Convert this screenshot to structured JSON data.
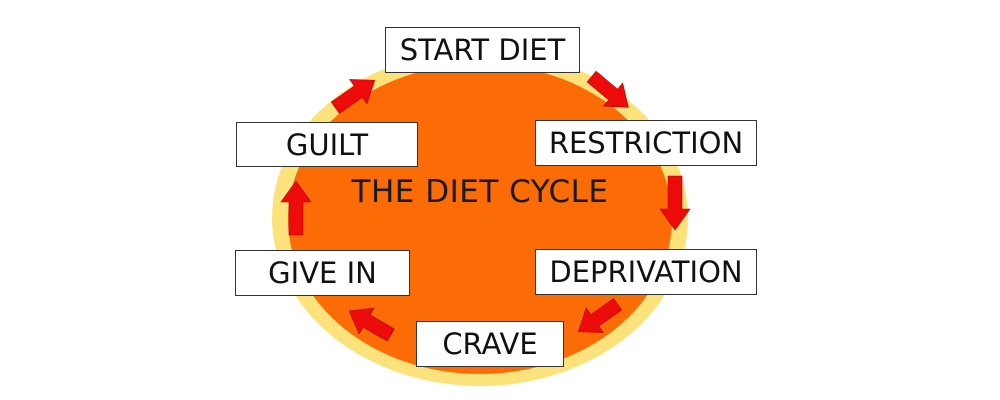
{
  "diagram": {
    "center_title": "THE DIET CYCLE",
    "steps": [
      {
        "id": "start-diet",
        "label": "START DIET"
      },
      {
        "id": "restriction",
        "label": "RESTRICTION"
      },
      {
        "id": "deprivation",
        "label": "DEPRIVATION"
      },
      {
        "id": "crave",
        "label": "CRAVE"
      },
      {
        "id": "give-in",
        "label": "GIVE IN"
      },
      {
        "id": "guilt",
        "label": "GUILT"
      }
    ],
    "flow": [
      [
        "start-diet",
        "restriction"
      ],
      [
        "restriction",
        "deprivation"
      ],
      [
        "deprivation",
        "crave"
      ],
      [
        "crave",
        "give-in"
      ],
      [
        "give-in",
        "guilt"
      ],
      [
        "guilt",
        "start-diet"
      ]
    ],
    "colors": {
      "outer_ring": "#fbe27a",
      "inner_disc": "#fb6c06",
      "arrow": "#ee0b0b",
      "box_fill": "#ffffff"
    }
  }
}
